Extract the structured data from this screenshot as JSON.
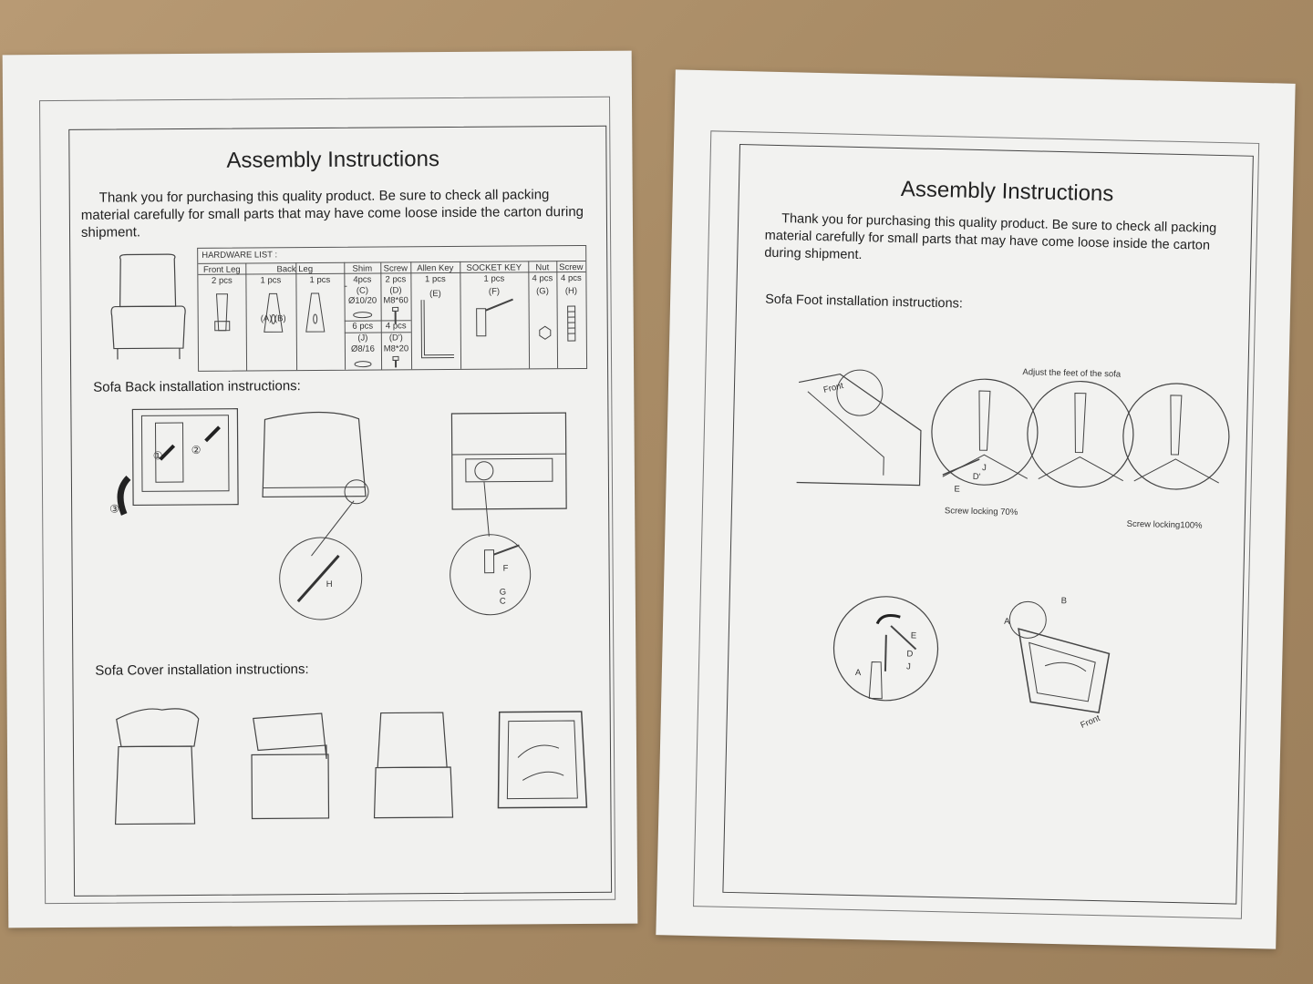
{
  "left_sheet": {
    "title": "Assembly Instructions",
    "intro": "Thank you for purchasing this quality product. Be sure to check all packing material carefully for small parts that may have come loose inside the carton during shipment.",
    "hardware": {
      "caption": "HARDWARE LIST :",
      "columns": [
        {
          "name": "Front Leg",
          "qty": "2 pcs"
        },
        {
          "name": "Back Leg",
          "qty": "1 pcs"
        },
        {
          "name": "",
          "qty": "1 pcs"
        },
        {
          "name": "Shim",
          "qty": "4pcs"
        },
        {
          "name": "Screw",
          "qty": "2 pcs"
        },
        {
          "name": "Allen Key",
          "qty": "1 pcs"
        },
        {
          "name": "SOCKET KEY",
          "qty": "1 pcs"
        },
        {
          "name": "Nut",
          "qty": "4 pcs"
        },
        {
          "name": "Screw",
          "qty": "4 pcs"
        }
      ],
      "codes": {
        "a_b": "(A) (B)",
        "c": "(C)",
        "c_size": "Ø10/20",
        "d": "(D)",
        "d_size": "M8*60",
        "e": "(E)",
        "f": "(F)",
        "g": "(G)",
        "h": "(H)",
        "j_qty": "6 pcs",
        "j": "(J)",
        "j_size": "Ø8/16",
        "d2_qty": "4 pcs",
        "d2": "(D')",
        "d2_size": "M8*20"
      }
    },
    "back_section": "Sofa Back installation instructions:",
    "cover_section": "Sofa Cover installation instructions:",
    "markers": {
      "one": "①",
      "two": "②",
      "three": "③",
      "h": "H",
      "f": "F",
      "g": "G",
      "c": "C"
    }
  },
  "right_sheet": {
    "title": "Assembly Instructions",
    "intro": "Thank you for purchasing this quality product. Be sure to check all packing material carefully for small parts that may have come loose inside the carton during shipment.",
    "foot_section": "Sofa Foot installation instructions:",
    "adjust_label": "Adjust the feet of the sofa",
    "lock70": "Screw locking 70%",
    "lock100": "Screw locking100%",
    "front_label": "Front",
    "front_label_2": "Front",
    "letters": {
      "j": "J",
      "dprime": "D'",
      "e": "E",
      "e2": "E",
      "d": "D",
      "j2": "J",
      "a": "A",
      "a2": "A",
      "b": "B"
    }
  }
}
